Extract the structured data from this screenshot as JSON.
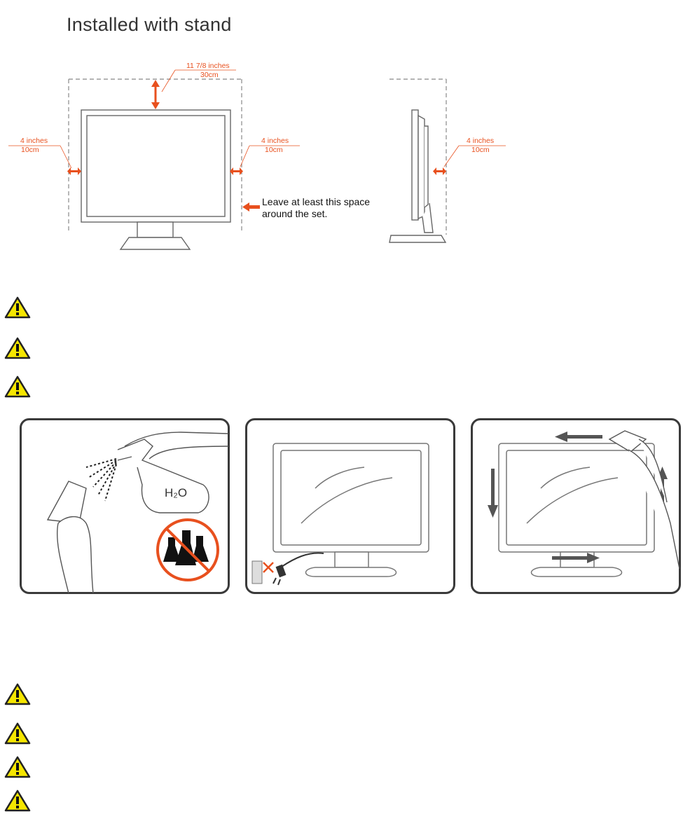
{
  "section": {
    "title": "Installed with stand"
  },
  "clearance": {
    "top_inches": "11 7/8 inches",
    "top_cm": "30cm",
    "left_inches": "4 inches",
    "left_cm": "10cm",
    "right_inches": "4 inches",
    "right_cm": "10cm",
    "side_inches": "4 inches",
    "side_cm": "10cm",
    "note_line1": "Leave at least this space",
    "note_line2": "around the set."
  },
  "cleaning": {
    "spray_label": "H₂O"
  },
  "colors": {
    "accent_orange": "#e8501e",
    "warning_yellow": "#f5e600",
    "panel_border": "#3a3a3a",
    "arrow_gray": "#555555"
  }
}
